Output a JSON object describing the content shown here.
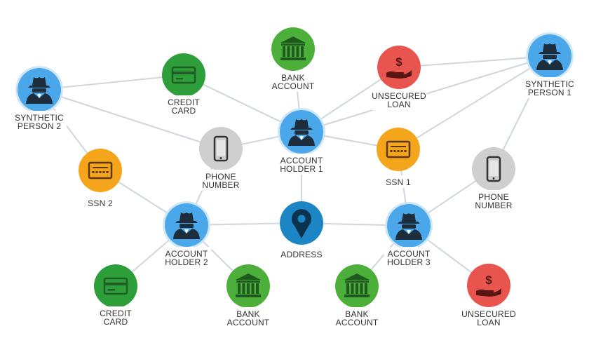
{
  "diagram": {
    "colors": {
      "person": "#4aa8ea",
      "person_ring": "#cfe6f7",
      "card": "#2e9e3b",
      "bank": "#4caf3a",
      "loan": "#e8554f",
      "ssn": "#f5a51c",
      "phone": "#cfcfcf",
      "address": "#1c86c4",
      "edge": "#cfd6dc",
      "icon_dark": "#1d2d3c"
    },
    "nodes": [
      {
        "id": "sp2",
        "kind": "person",
        "icon": "spy-icon",
        "lines": [
          "SYNTHETIC",
          "PERSON 2"
        ]
      },
      {
        "id": "cc_top",
        "kind": "card",
        "icon": "credit-card-icon",
        "lines": [
          "CREDIT",
          "CARD"
        ]
      },
      {
        "id": "bank_top",
        "kind": "bank",
        "icon": "bank-icon",
        "lines": [
          "BANK",
          "ACCOUNT"
        ]
      },
      {
        "id": "loan_top",
        "kind": "loan",
        "icon": "loan-icon",
        "lines": [
          "UNSECURED",
          "LOAN"
        ]
      },
      {
        "id": "sp1",
        "kind": "person",
        "icon": "spy-icon",
        "lines": [
          "SYNTHETIC",
          "PERSON 1"
        ]
      },
      {
        "id": "ah1",
        "kind": "person",
        "icon": "spy-icon",
        "lines": [
          "ACCOUNT",
          "HOLDER 1"
        ]
      },
      {
        "id": "phone_mid",
        "kind": "phone",
        "icon": "phone-icon",
        "lines": [
          "PHONE",
          "NUMBER"
        ]
      },
      {
        "id": "ssn1",
        "kind": "ssn",
        "icon": "ssn-card-icon",
        "lines": [
          "SSN 1"
        ]
      },
      {
        "id": "ssn2",
        "kind": "ssn",
        "icon": "ssn-card-icon",
        "lines": [
          "SSN 2"
        ]
      },
      {
        "id": "phone_right",
        "kind": "phone",
        "icon": "phone-icon",
        "lines": [
          "PHONE",
          "NUMBER"
        ]
      },
      {
        "id": "ah2",
        "kind": "person",
        "icon": "spy-icon",
        "lines": [
          "ACCOUNT",
          "HOLDER 2"
        ]
      },
      {
        "id": "address",
        "kind": "address",
        "icon": "map-pin-icon",
        "lines": [
          "ADDRESS"
        ]
      },
      {
        "id": "ah3",
        "kind": "person",
        "icon": "spy-icon",
        "lines": [
          "ACCOUNT",
          "HOLDER 3"
        ]
      },
      {
        "id": "cc_bottom",
        "kind": "card",
        "icon": "credit-card-icon",
        "lines": [
          "CREDIT",
          "CARD"
        ]
      },
      {
        "id": "bank_b1",
        "kind": "bank",
        "icon": "bank-icon",
        "lines": [
          "BANK",
          "ACCOUNT"
        ]
      },
      {
        "id": "bank_b2",
        "kind": "bank",
        "icon": "bank-icon",
        "lines": [
          "BANK",
          "ACCOUNT"
        ]
      },
      {
        "id": "loan_bottom",
        "kind": "loan",
        "icon": "loan-icon",
        "lines": [
          "UNSECURED",
          "LOAN"
        ]
      }
    ],
    "edges": [
      [
        "sp2",
        "cc_top"
      ],
      [
        "sp2",
        "phone_mid"
      ],
      [
        "sp2",
        "ssn2"
      ],
      [
        "cc_top",
        "ah1"
      ],
      [
        "bank_top",
        "ah1"
      ],
      [
        "loan_top",
        "ah1"
      ],
      [
        "loan_top",
        "sp1"
      ],
      [
        "sp1",
        "ah1"
      ],
      [
        "sp1",
        "ssn1"
      ],
      [
        "sp1",
        "phone_right"
      ],
      [
        "ah1",
        "phone_mid"
      ],
      [
        "ah1",
        "ssn1"
      ],
      [
        "ah1",
        "address"
      ],
      [
        "ssn2",
        "ah2"
      ],
      [
        "phone_mid",
        "ah2"
      ],
      [
        "ssn1",
        "ah3"
      ],
      [
        "phone_right",
        "ah3"
      ],
      [
        "ah2",
        "address"
      ],
      [
        "address",
        "ah3"
      ],
      [
        "ah2",
        "cc_bottom"
      ],
      [
        "ah2",
        "bank_b1"
      ],
      [
        "ah3",
        "bank_b2"
      ],
      [
        "ah3",
        "loan_bottom"
      ]
    ]
  }
}
